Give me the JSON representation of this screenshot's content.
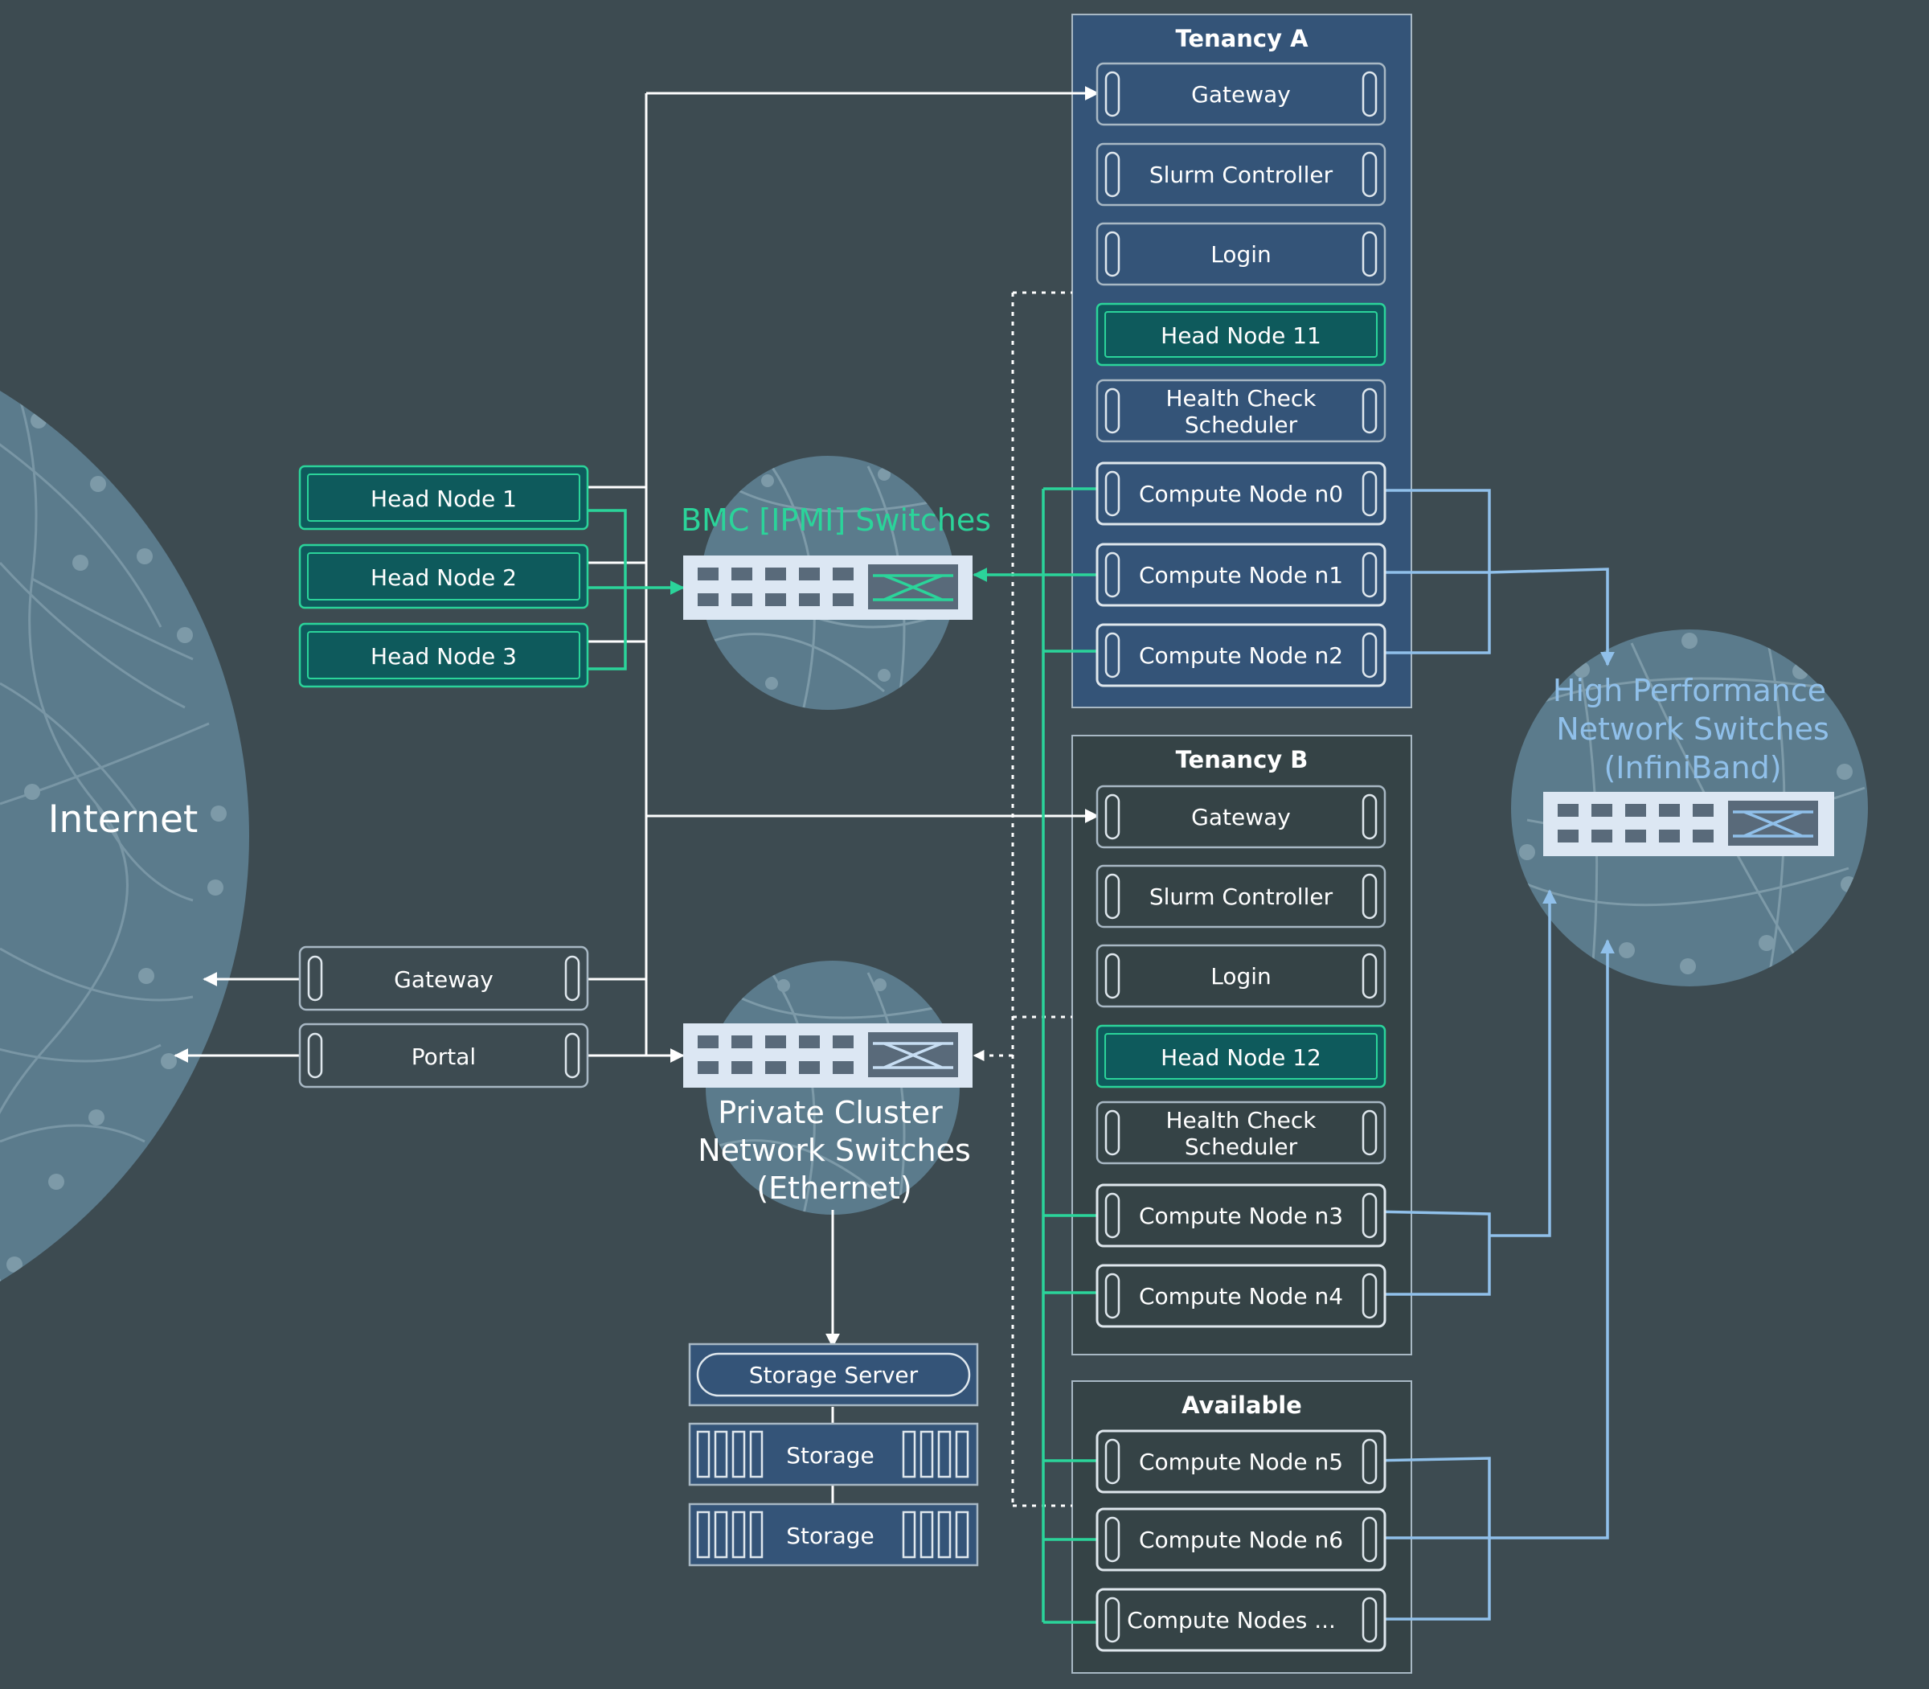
{
  "internet_label": "Internet",
  "head_nodes": [
    "Head Node 1",
    "Head Node 2",
    "Head Node 3"
  ],
  "gateway_label": "Gateway",
  "portal_label": "Portal",
  "bmc_switch_label": "BMC [IPMI] Switches",
  "private_switch_label": [
    "Private Cluster",
    "Network Switches",
    "(Ethernet)"
  ],
  "storage_server_label": "Storage Server",
  "storage_labels": [
    "Storage",
    "Storage"
  ],
  "hps_label": [
    "High Performance",
    "Network Switches",
    "(InfiniBand)"
  ],
  "tenancy_a": {
    "title": "Tenancy A",
    "gateway": "Gateway",
    "slurm": "Slurm Controller",
    "login": "Login",
    "head_node": "Head Node 11",
    "health_check": [
      "Health Check",
      "Scheduler"
    ],
    "compute_nodes": [
      "Compute Node n0",
      "Compute Node n1",
      "Compute Node n2"
    ]
  },
  "tenancy_b": {
    "title": "Tenancy B",
    "gateway": "Gateway",
    "slurm": "Slurm Controller",
    "login": "Login",
    "head_node": "Head Node 12",
    "health_check": [
      "Health Check",
      "Scheduler"
    ],
    "compute_nodes": [
      "Compute Node n3",
      "Compute Node n4"
    ]
  },
  "available": {
    "title": "Available",
    "compute_nodes": [
      "Compute Node n5",
      "Compute Node n6",
      "Compute Nodes ..."
    ]
  },
  "colors": {
    "background": "#3d4b51",
    "tenancy_a_fill": "#345478",
    "tenancy_panel_fill": "#354346",
    "head_node_fill": "#0e5a5c",
    "head_node_border": "#2bd49a",
    "bmc_line": "#2bd49a",
    "infiniband_line": "#90c0ea",
    "storage_fill": "#345478",
    "white_line": "#ffffff"
  }
}
